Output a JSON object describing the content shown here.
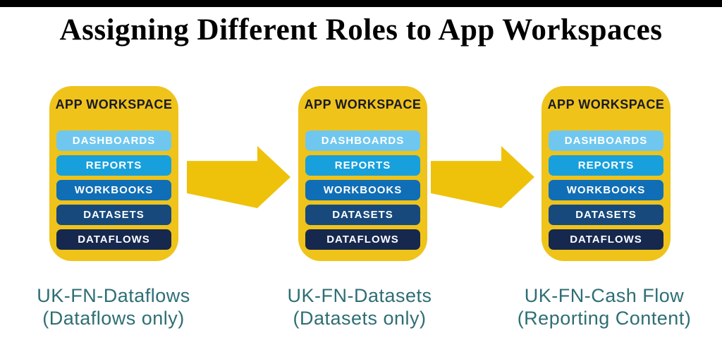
{
  "title": "Assigning Different Roles to App Workspaces",
  "colors": {
    "top_bar": "#000000",
    "card_bg": "#EFC31A",
    "arrow": "#EEC20B",
    "header_text": "#1A1A24",
    "caption_text": "#2E6E74"
  },
  "workspaces": [
    {
      "header": "APP WORKSPACE",
      "items": [
        {
          "label": "DASHBOARDS",
          "color": "#6FC7F0"
        },
        {
          "label": "REPORTS",
          "color": "#18A0DC"
        },
        {
          "label": "WORKBOOKS",
          "color": "#0F6EB6"
        },
        {
          "label": "DATASETS",
          "color": "#17497C"
        },
        {
          "label": "DATAFLOWS",
          "color": "#16284E"
        }
      ],
      "caption_line1": "UK-FN-Dataflows",
      "caption_line2": "(Dataflows only)"
    },
    {
      "header": "APP WORKSPACE",
      "items": [
        {
          "label": "DASHBOARDS",
          "color": "#6FC7F0"
        },
        {
          "label": "REPORTS",
          "color": "#18A0DC"
        },
        {
          "label": "WORKBOOKS",
          "color": "#0F6EB6"
        },
        {
          "label": "DATASETS",
          "color": "#17497C"
        },
        {
          "label": "DATAFLOWS",
          "color": "#16284E"
        }
      ],
      "caption_line1": "UK-FN-Datasets",
      "caption_line2": "(Datasets only)"
    },
    {
      "header": "APP WORKSPACE",
      "items": [
        {
          "label": "DASHBOARDS",
          "color": "#6FC7F0"
        },
        {
          "label": "REPORTS",
          "color": "#18A0DC"
        },
        {
          "label": "WORKBOOKS",
          "color": "#0F6EB6"
        },
        {
          "label": "DATASETS",
          "color": "#17497C"
        },
        {
          "label": "DATAFLOWS",
          "color": "#16284E"
        }
      ],
      "caption_line1": "UK-FN-Cash Flow",
      "caption_line2": "(Reporting Content)"
    }
  ]
}
